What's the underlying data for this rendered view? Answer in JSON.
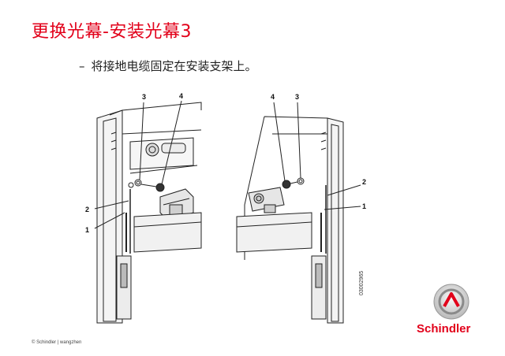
{
  "slide": {
    "title": "更换光幕-安装光幕3",
    "bullet_dash": "–",
    "bullet_text": "将接地电缆固定在安装支架上。",
    "footer": "© Schindler | wangzhen",
    "doc_number": "03002965"
  },
  "callouts": {
    "left": {
      "c1": "1",
      "c2": "2",
      "c3": "3",
      "c4": "4"
    },
    "right": {
      "c1": "1",
      "c2": "2",
      "c3": "3",
      "c4": "4"
    }
  },
  "brand": {
    "name": "Schindler",
    "color": "#e2001a",
    "logo_icon": "schindler-logo-icon"
  }
}
